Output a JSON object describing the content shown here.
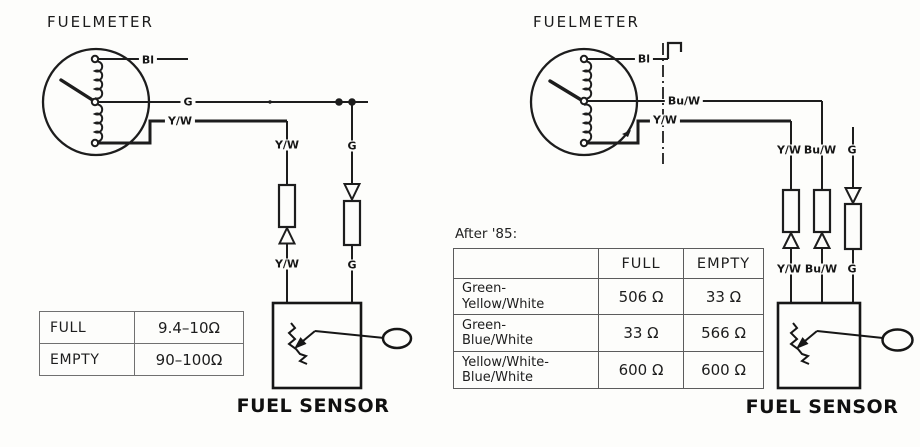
{
  "left": {
    "title": "FUELMETER",
    "sensor_label": "FUEL SENSOR",
    "wires": {
      "bl": "Bl",
      "g": "G",
      "yw": "Y/W"
    },
    "table": {
      "rows": [
        {
          "label": "FULL",
          "value": "9.4–10Ω"
        },
        {
          "label": "EMPTY",
          "value": "90–100Ω"
        }
      ]
    }
  },
  "right": {
    "title": "FUELMETER",
    "sensor_label": "FUEL SENSOR",
    "wires": {
      "bl": "Bl",
      "buw": "Bu/W",
      "yw": "Y/W",
      "g": "G"
    },
    "table": {
      "caption": "After '85:",
      "col_full": "FULL",
      "col_empty": "EMPTY",
      "rows": [
        {
          "line1": "Green-",
          "line2": "Yellow/White",
          "full": "506 Ω",
          "empty": "33 Ω"
        },
        {
          "line1": "Green-",
          "line2": "Blue/White",
          "full": "33 Ω",
          "empty": "566 Ω"
        },
        {
          "line1": "Yellow/White-",
          "line2": "Blue/White",
          "full": "600 Ω",
          "empty": "600 Ω"
        }
      ]
    }
  }
}
